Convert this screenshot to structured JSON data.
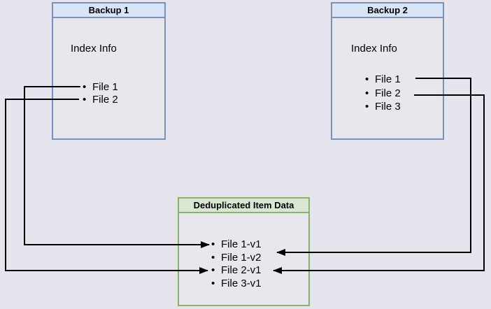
{
  "diagram": {
    "bullet_char": "•",
    "backup1": {
      "title": "Backup 1",
      "section_label": "Index Info",
      "files": [
        "File 1",
        "File 2"
      ]
    },
    "backup2": {
      "title": "Backup 2",
      "section_label": "Index Info",
      "files": [
        "File 1",
        "File 2",
        "File 3"
      ]
    },
    "dedup": {
      "title": "Deduplicated Item Data",
      "items": [
        "File 1-v1",
        "File 1-v2",
        "File 2-v1",
        "File 3-v1"
      ]
    },
    "edges": [
      {
        "from": "Backup 1 / File 1",
        "to": "File 1-v1"
      },
      {
        "from": "Backup 1 / File 2",
        "to": "File 2-v1"
      },
      {
        "from": "Backup 2 / File 1",
        "to": "File 1-v2"
      },
      {
        "from": "Backup 2 / File 2",
        "to": "File 2-v1"
      }
    ],
    "colors": {
      "background": "#e6e4ec",
      "backup_border": "#7b91bd",
      "backup_header_fill": "#d7e5f6",
      "dedup_border": "#87b36c",
      "dedup_header_fill": "#d9e7d2",
      "edge_line": "#000000",
      "text": "#000000"
    }
  }
}
